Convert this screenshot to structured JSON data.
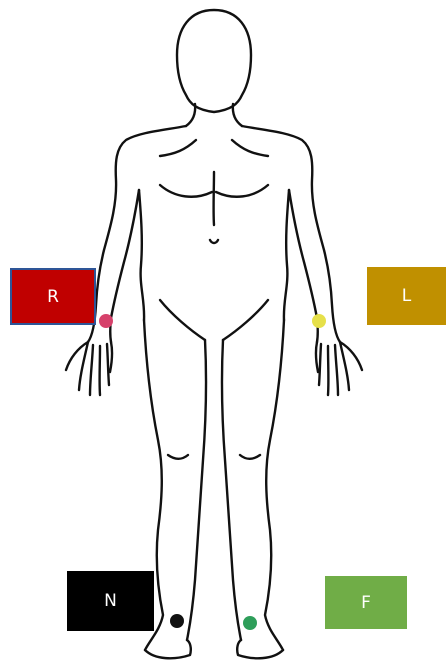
{
  "electrodes": [
    {
      "id": "r",
      "label": "R",
      "color": "#c00000",
      "dot_color": "#d6416b"
    },
    {
      "id": "l",
      "label": "L",
      "color": "#c09000",
      "dot_color": "#e6e04a"
    },
    {
      "id": "n",
      "label": "N",
      "color": "#000000",
      "dot_color": "#111111"
    },
    {
      "id": "f",
      "label": "F",
      "color": "#70ad47",
      "dot_color": "#2e9e5a"
    }
  ]
}
